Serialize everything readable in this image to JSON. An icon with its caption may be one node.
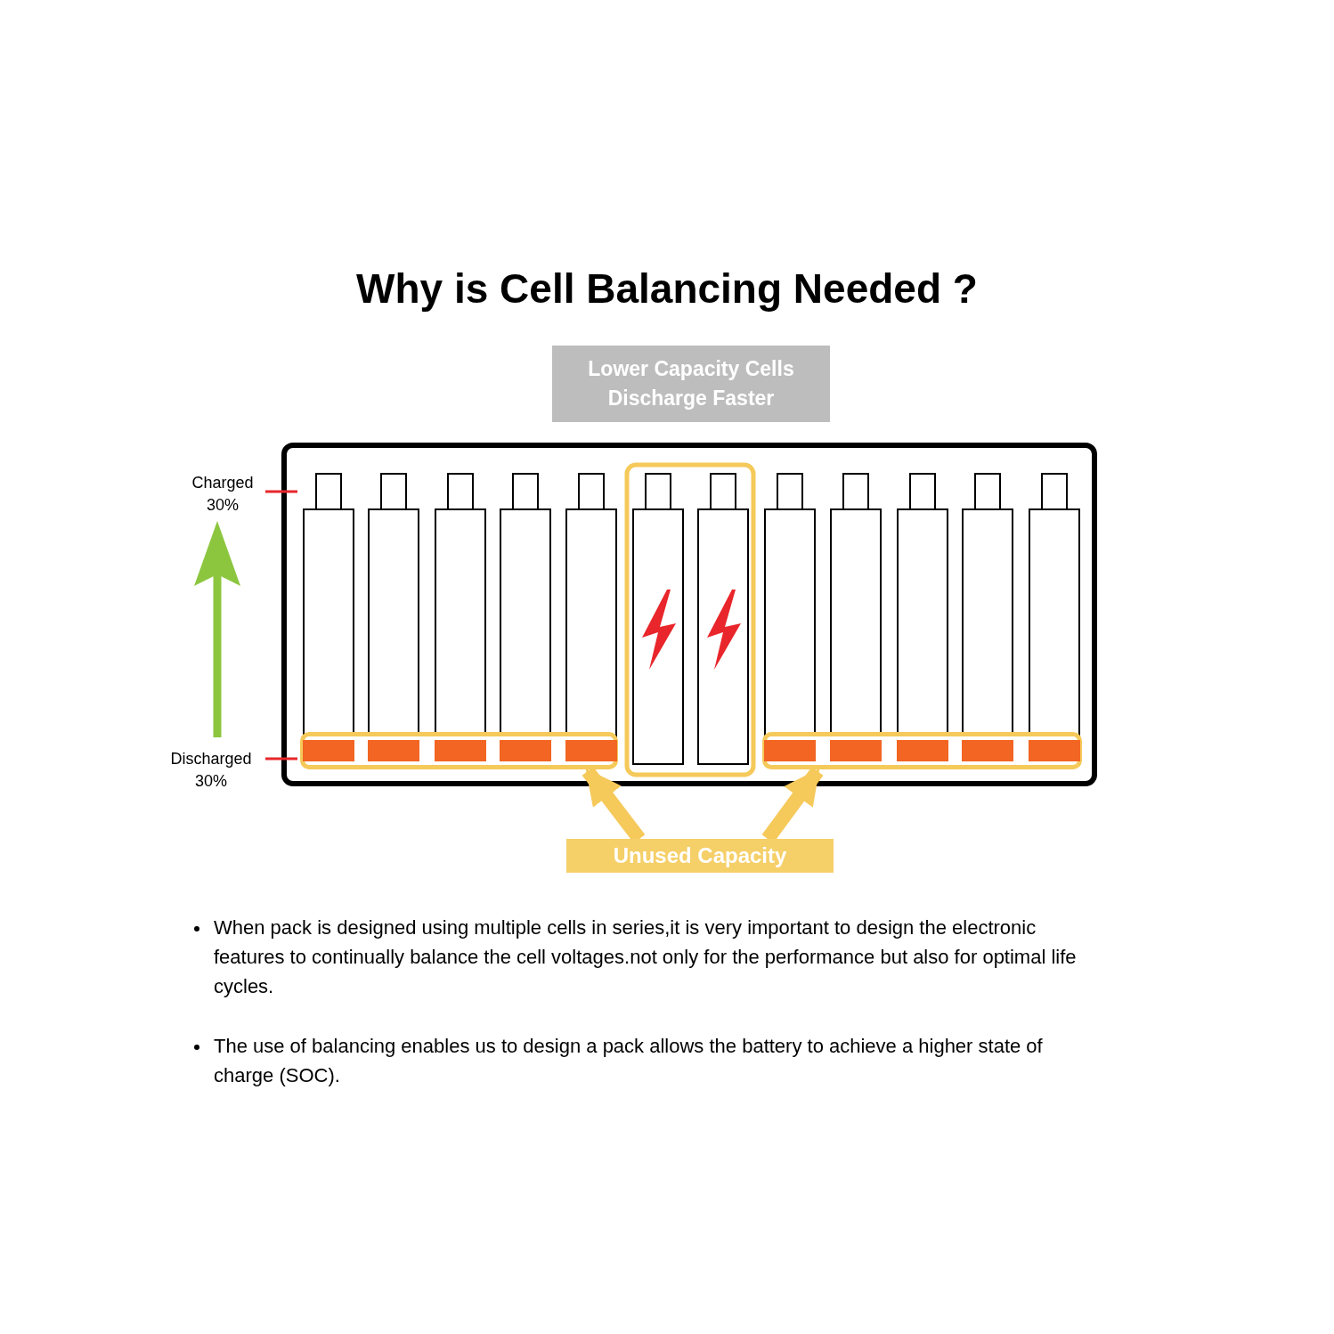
{
  "diagram": {
    "title": "Why is Cell Balancing Needed ?",
    "nodes": [
      {
        "text": [
          "Lower Capacity Cells Discharge Faster"
        ]
      },
      {
        "text": [],
        "shape": "bar"
      },
      {
        "text": [],
        "shape": "bar"
      },
      {
        "text": [
          "Unused Capacity"
        ]
      }
    ],
    "edges": [
      {
        "from": 3,
        "to": 1,
        "arrow": "to"
      },
      {
        "from": 3,
        "to": 2,
        "arrow": "to"
      }
    ],
    "labels": [
      "Charged 30%",
      "Discharged 30%",
      "When pack is designed using multiple cells in series,it is very important to design the electronic features to continually balance the cell voltages.not only for the performance but also for optimal life cycles.",
      "The use of balancing enables us to design a pack allows the battery to achieve a higher state of charge (SOC)."
    ]
  }
}
